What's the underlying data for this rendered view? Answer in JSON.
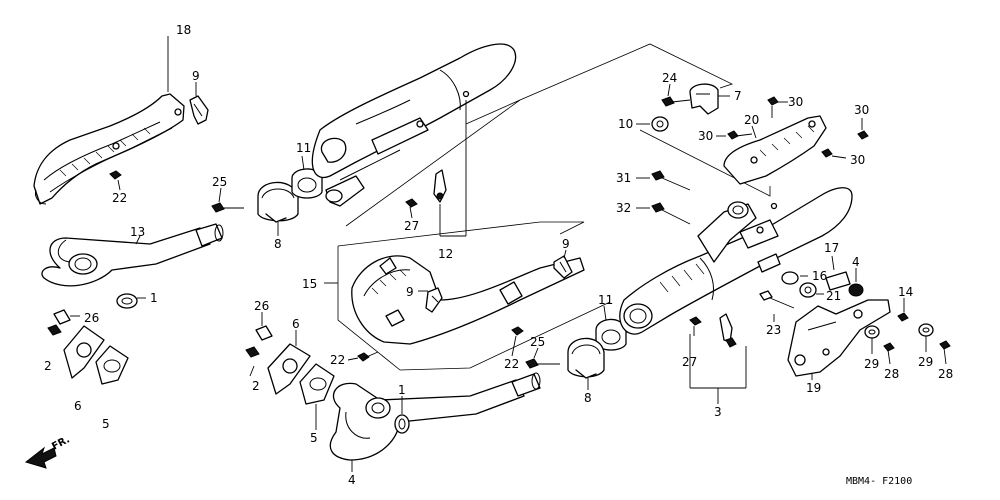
{
  "diagram_code": "MBM4- F2100",
  "front_marker": "FR.",
  "callouts": {
    "c18": "18",
    "c9a": "9",
    "c22a": "22",
    "c13": "13",
    "c1a": "1",
    "c26a": "26",
    "c2a": "2",
    "c6a": "6",
    "c5a": "5",
    "c25a": "25",
    "c8a": "8",
    "c11a": "11",
    "c27a": "27",
    "c12": "12",
    "c15": "15",
    "c9b": "9",
    "c9c": "9",
    "c26b": "26",
    "c6b": "6",
    "c2b": "2",
    "c22b": "22",
    "c5b": "5",
    "c1b": "1",
    "c4": "4",
    "c11b": "11",
    "c22c": "22",
    "c25b": "25",
    "c8b": "8",
    "c27b": "27",
    "c3": "3",
    "c24": "24",
    "c7": "7",
    "c10": "10",
    "c30a": "30",
    "c30b": "30",
    "c30c": "30",
    "c30d": "30",
    "c20": "20",
    "c31": "31",
    "c32": "32",
    "c17": "17",
    "c16": "16",
    "c4b": "4",
    "c21": "21",
    "c23": "23",
    "c14": "14",
    "c19": "19",
    "c29a": "29",
    "c28a": "28",
    "c29b": "29",
    "c28b": "28"
  }
}
